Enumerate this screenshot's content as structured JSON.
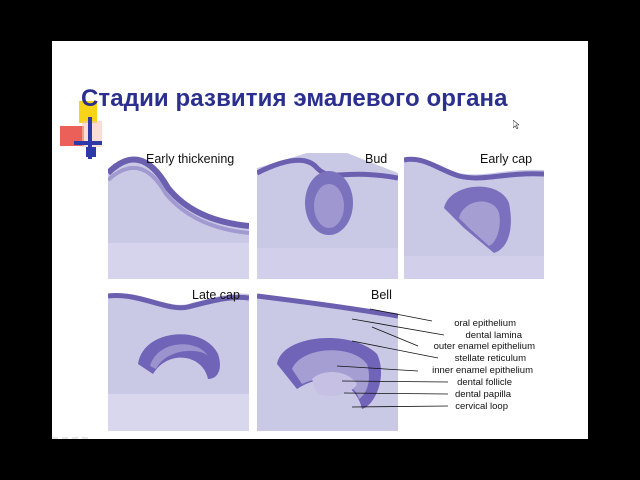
{
  "slide": {
    "title": "Стадии развития эмалевого органа",
    "panels": [
      {
        "label": "Early thickening"
      },
      {
        "label": "Bud"
      },
      {
        "label": "Early cap"
      },
      {
        "label": "Late cap"
      },
      {
        "label": "Bell"
      }
    ],
    "legend": [
      "oral epithelium",
      "dental lamina",
      "outer enamel epithelium",
      "stellate reticulum",
      "inner enamel epithelium",
      "dental follicle",
      "dental papilla",
      "cervical loop"
    ]
  },
  "colors": {
    "background": "#000000",
    "slide": "#ffffff",
    "title": "#2b2f8e",
    "tissue": "#c9c9e6",
    "epithelium": "#6b5fb0",
    "deco_yellow": "#f7d417",
    "deco_red": "#e8453c",
    "deco_blue": "#2c3aa8"
  }
}
